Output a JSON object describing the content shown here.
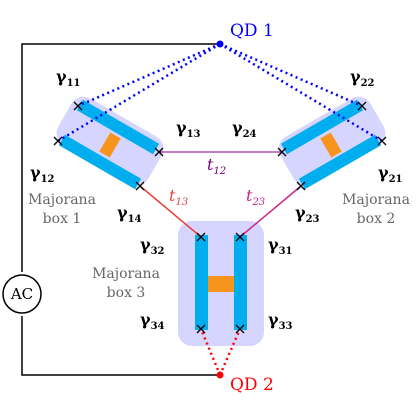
{
  "colors": {
    "wire": "#000000",
    "box_fill": "#d5d5ff",
    "wire_bar": "#00aeef",
    "junction": "#f7941d",
    "qd1": "#0000ff",
    "qd2": "#ff0000",
    "t12": "#800080",
    "t13": "#e8433a",
    "t23": "#cc2288",
    "box_label": "#666666"
  },
  "qd1": {
    "label": "QD 1"
  },
  "qd2": {
    "label": "QD 2"
  },
  "source": {
    "label": "AC"
  },
  "boxes": [
    {
      "line1": "Majorana",
      "line2": "box 1"
    },
    {
      "line1": "Majorana",
      "line2": "box 2"
    },
    {
      "line1": "Majorana",
      "line2": "box 3"
    }
  ],
  "gammas": [
    {
      "base": "γ",
      "sub": "11"
    },
    {
      "base": "γ",
      "sub": "12"
    },
    {
      "base": "γ",
      "sub": "13"
    },
    {
      "base": "γ",
      "sub": "14"
    },
    {
      "base": "γ",
      "sub": "21"
    },
    {
      "base": "γ",
      "sub": "22"
    },
    {
      "base": "γ",
      "sub": "23"
    },
    {
      "base": "γ",
      "sub": "24"
    },
    {
      "base": "γ",
      "sub": "31"
    },
    {
      "base": "γ",
      "sub": "32"
    },
    {
      "base": "γ",
      "sub": "33"
    },
    {
      "base": "γ",
      "sub": "34"
    }
  ],
  "couplings": [
    {
      "base": "t",
      "sub": "12"
    },
    {
      "base": "t",
      "sub": "13"
    },
    {
      "base": "t",
      "sub": "23"
    }
  ]
}
